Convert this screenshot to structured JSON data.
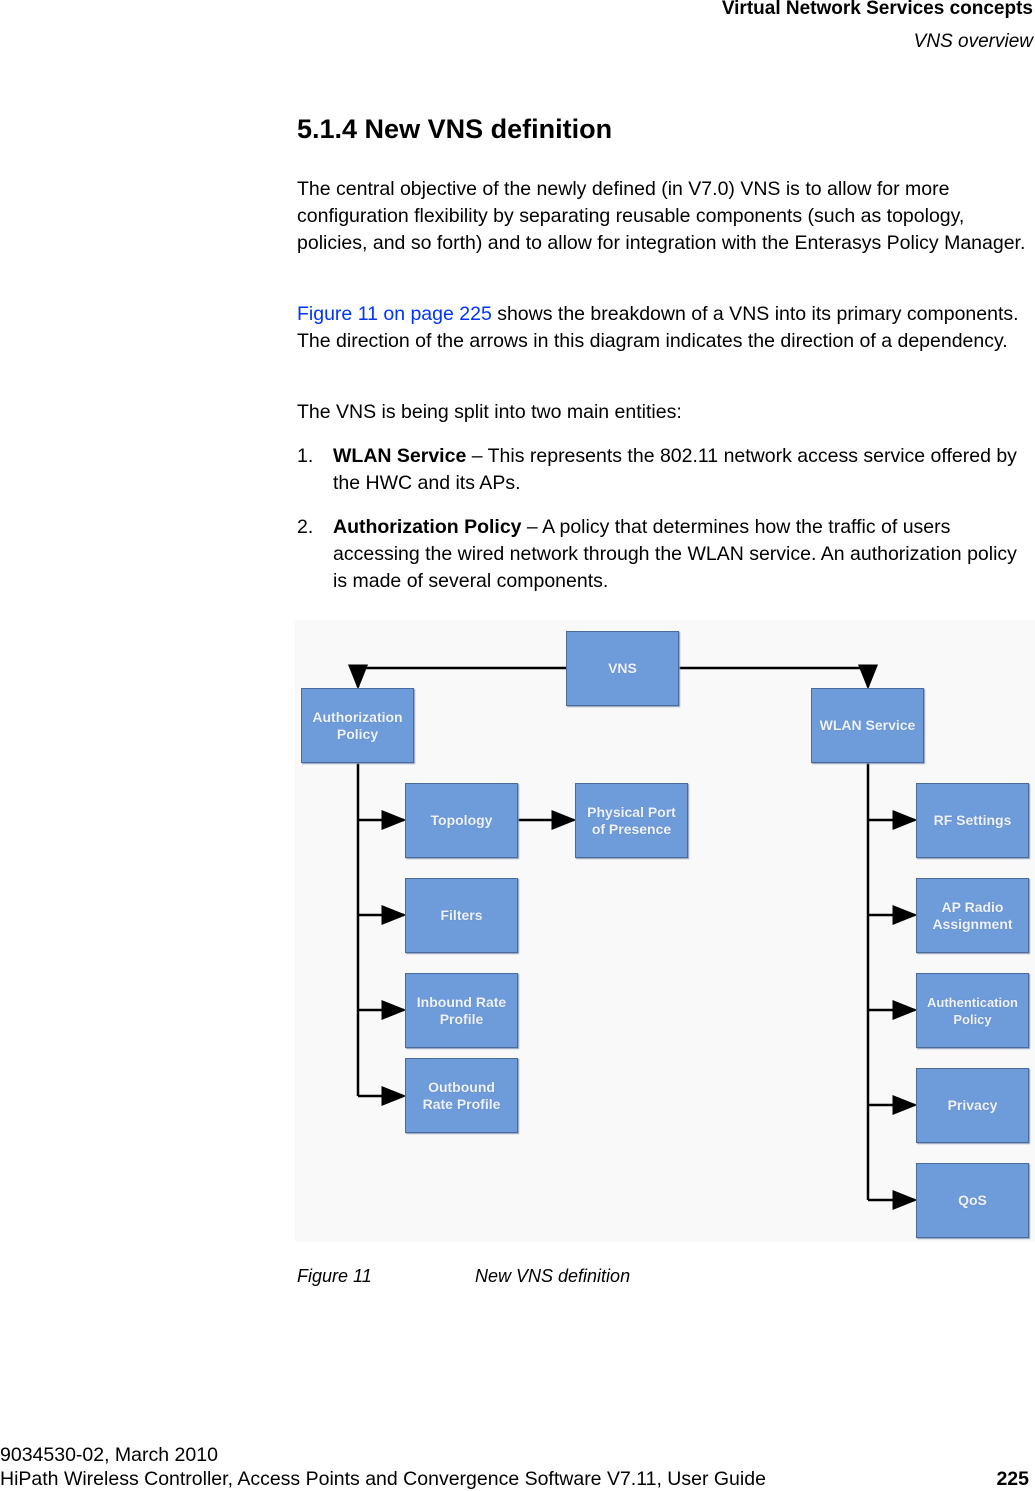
{
  "header": {
    "chapter": "Virtual Network Services concepts",
    "section": "VNS overview"
  },
  "section_title": "5.1.4  New VNS definition",
  "paragraphs": {
    "p1": "The central objective of the newly defined (in V7.0) VNS is to allow for more configuration flexibility by separating reusable components (such as topology, policies, and so forth) and to allow for integration with the Enterasys Policy Manager.",
    "p2_link": "Figure 11 on page 225",
    "p2_rest": " shows the breakdown of a VNS into its primary components. The direction of the arrows in this diagram indicates the direction of a dependency.",
    "p3": "The VNS is being split into two main entities:"
  },
  "list": [
    {
      "num": "1.",
      "term": "WLAN Service",
      "text": " – This represents the 802.11 network access service offered by the HWC and its APs."
    },
    {
      "num": "2.",
      "term": "Authorization Policy",
      "text": " – A policy that determines how the traffic of users accessing the wired network through the WLAN service. An authorization policy is made of several components."
    }
  ],
  "diagram": {
    "box_color": "#6e9bd9",
    "root": "VNS",
    "authorization_policy": "Authorization Policy",
    "wlan_service": "WLAN Service",
    "topology": "Topology",
    "physical_port": "Physical Port of Presence",
    "filters": "Filters",
    "inbound": "Inbound Rate Profile",
    "outbound": "Outbound Rate Profile",
    "rf": "RF Settings",
    "ap_radio": "AP Radio Assignment",
    "auth": "Authentication Policy",
    "privacy": "Privacy",
    "qos": "QoS"
  },
  "caption": {
    "label": "Figure 11",
    "title": "New VNS definition"
  },
  "footer": {
    "doc_id": "9034530-02, March 2010",
    "guide": "HiPath Wireless Controller, Access Points and Convergence Software V7.11, User Guide",
    "page": "225"
  }
}
